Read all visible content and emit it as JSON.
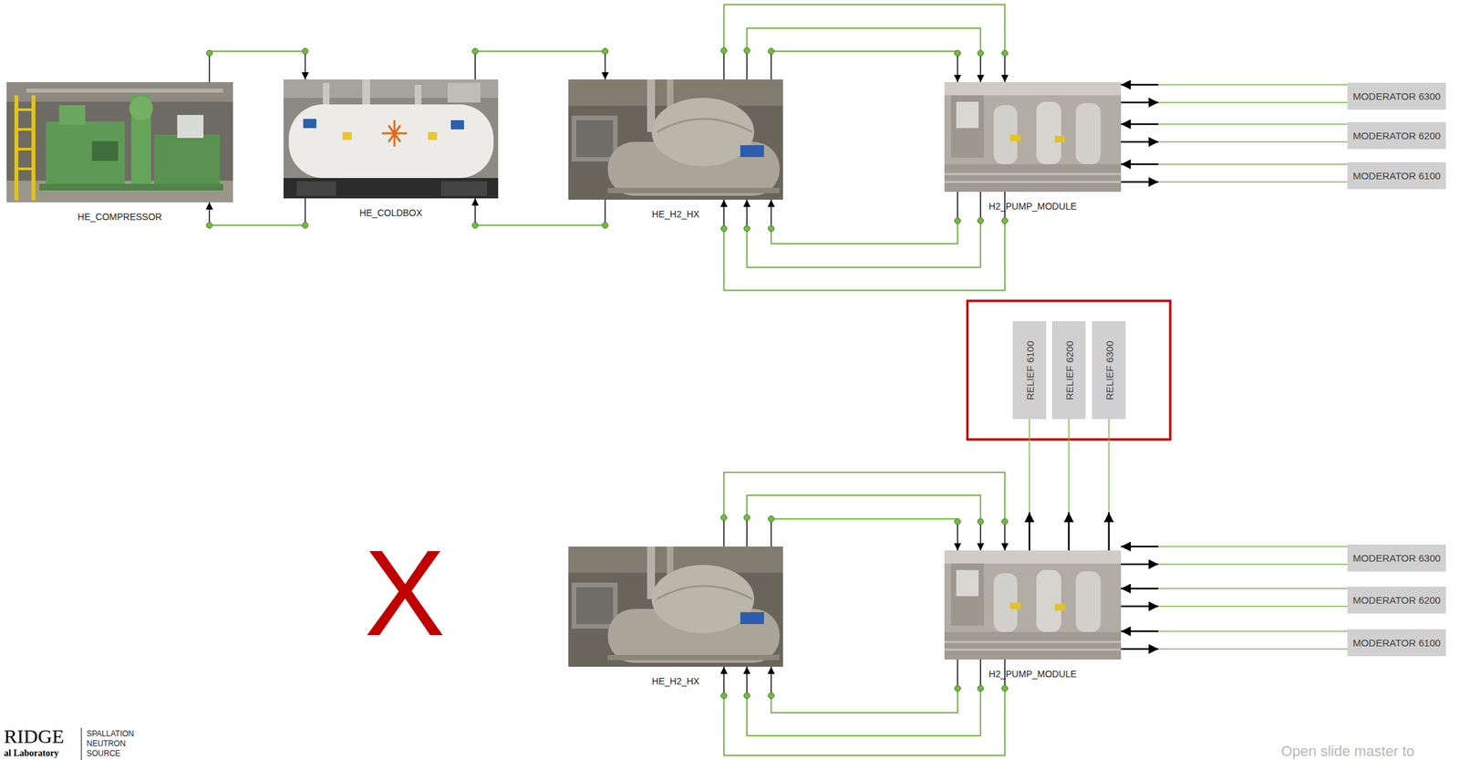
{
  "diagram": {
    "nodes": [
      {
        "text": [
          "HE_COMPRESSOR"
        ]
      },
      {
        "text": [
          "HE_COLDBOX"
        ]
      },
      {
        "text": [
          "HE_H2_HX"
        ]
      },
      {
        "text": [
          "H2_PUMP_MODULE"
        ]
      },
      {
        "text": [
          "MODERATOR 6300"
        ]
      },
      {
        "text": [
          "MODERATOR 6200"
        ]
      },
      {
        "text": [
          "MODERATOR 6100"
        ]
      },
      {
        "text": [
          "RELIEF 6100"
        ]
      },
      {
        "text": [
          "RELIEF 6200"
        ]
      },
      {
        "text": [
          "RELIEF 6300"
        ]
      },
      {
        "text": [
          "HE_H2_HX"
        ]
      },
      {
        "text": [
          "H2_PUMP_MODULE"
        ]
      },
      {
        "text": [
          "MODERATOR 6300"
        ]
      },
      {
        "text": [
          "MODERATOR 6200"
        ]
      },
      {
        "text": [
          "MODERATOR 6100"
        ]
      }
    ],
    "edges": [
      {
        "from": 0,
        "to": 1,
        "arrow": "to"
      },
      {
        "from": 1,
        "to": 0,
        "arrow": "to"
      },
      {
        "from": 1,
        "to": 2,
        "arrow": "to"
      },
      {
        "from": 2,
        "to": 1,
        "arrow": "to"
      },
      {
        "from": 2,
        "to": 3,
        "arrow": "to"
      },
      {
        "from": 2,
        "to": 3,
        "arrow": "to"
      },
      {
        "from": 2,
        "to": 3,
        "arrow": "to"
      },
      {
        "from": 3,
        "to": 2,
        "arrow": "to"
      },
      {
        "from": 3,
        "to": 2,
        "arrow": "to"
      },
      {
        "from": 3,
        "to": 2,
        "arrow": "to"
      },
      {
        "from": 4,
        "to": 3,
        "arrow": "to"
      },
      {
        "from": 3,
        "to": 4,
        "arrow": "to"
      },
      {
        "from": 5,
        "to": 3,
        "arrow": "to"
      },
      {
        "from": 3,
        "to": 5,
        "arrow": "to"
      },
      {
        "from": 6,
        "to": 3,
        "arrow": "to"
      },
      {
        "from": 3,
        "to": 6,
        "arrow": "to"
      },
      {
        "from": 11,
        "to": 7,
        "arrow": "to"
      },
      {
        "from": 11,
        "to": 8,
        "arrow": "to"
      },
      {
        "from": 11,
        "to": 9,
        "arrow": "to"
      },
      {
        "from": 10,
        "to": 11,
        "arrow": "to"
      },
      {
        "from": 10,
        "to": 11,
        "arrow": "to"
      },
      {
        "from": 10,
        "to": 11,
        "arrow": "to"
      },
      {
        "from": 11,
        "to": 10,
        "arrow": "to"
      },
      {
        "from": 11,
        "to": 10,
        "arrow": "to"
      },
      {
        "from": 11,
        "to": 10,
        "arrow": "to"
      },
      {
        "from": 12,
        "to": 11,
        "arrow": "to"
      },
      {
        "from": 11,
        "to": 12,
        "arrow": "to"
      },
      {
        "from": 13,
        "to": 11,
        "arrow": "to"
      },
      {
        "from": 11,
        "to": 13,
        "arrow": "to"
      },
      {
        "from": 14,
        "to": 11,
        "arrow": "to"
      },
      {
        "from": 11,
        "to": 14,
        "arrow": "to"
      }
    ],
    "labels": [
      "X",
      "RIDGE",
      "al Laboratory",
      "SPALLATION",
      "NEUTRON",
      "SOURCE",
      "Open slide master to"
    ]
  }
}
